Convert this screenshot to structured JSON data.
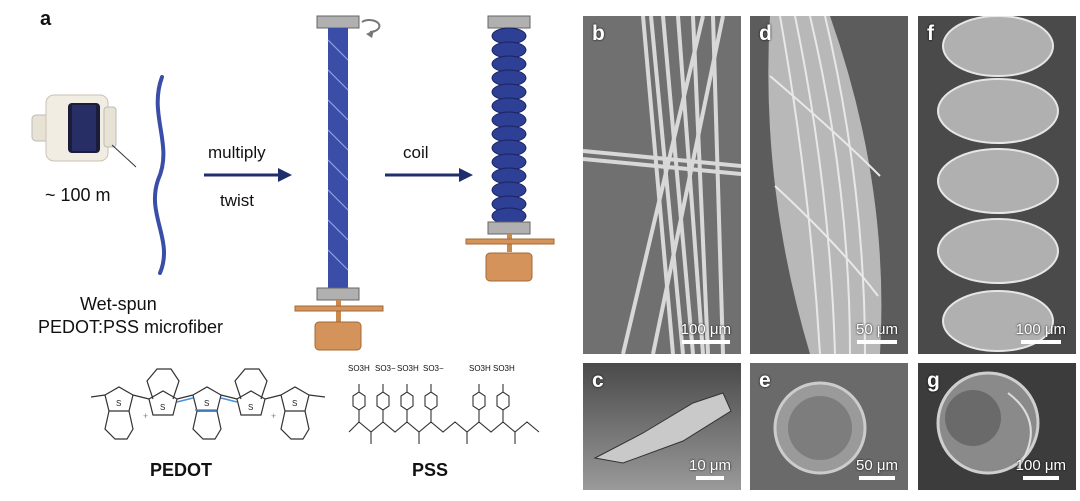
{
  "panel_a": {
    "letter": "a",
    "spool_length": "~ 100 m",
    "arrow1_top": "multiply",
    "arrow1_bottom": "twist",
    "arrow2_top": "coil",
    "fiber_caption_line1": "Wet-spun",
    "fiber_caption_line2": "PEDOT:PSS microfiber",
    "pedot_label": "PEDOT",
    "pss_label": "PSS",
    "pss_groups": [
      "SO3H",
      "SO3−",
      "SO3H",
      "SO3−",
      "SO3H",
      "SO3H"
    ]
  },
  "sem_panels": [
    {
      "letter": "b",
      "scale": "100 μm"
    },
    {
      "letter": "c",
      "scale": "10 μm"
    },
    {
      "letter": "d",
      "scale": "50 μm"
    },
    {
      "letter": "e",
      "scale": "50 μm"
    },
    {
      "letter": "f",
      "scale": "100 μm"
    },
    {
      "letter": "g",
      "scale": "100 μm"
    }
  ],
  "colors": {
    "fiber_blue": "#3a4ea8",
    "arrow_navy": "#1f2f6b",
    "clamp_grey": "#9a9a9a",
    "weight_copper": "#d4935a"
  }
}
